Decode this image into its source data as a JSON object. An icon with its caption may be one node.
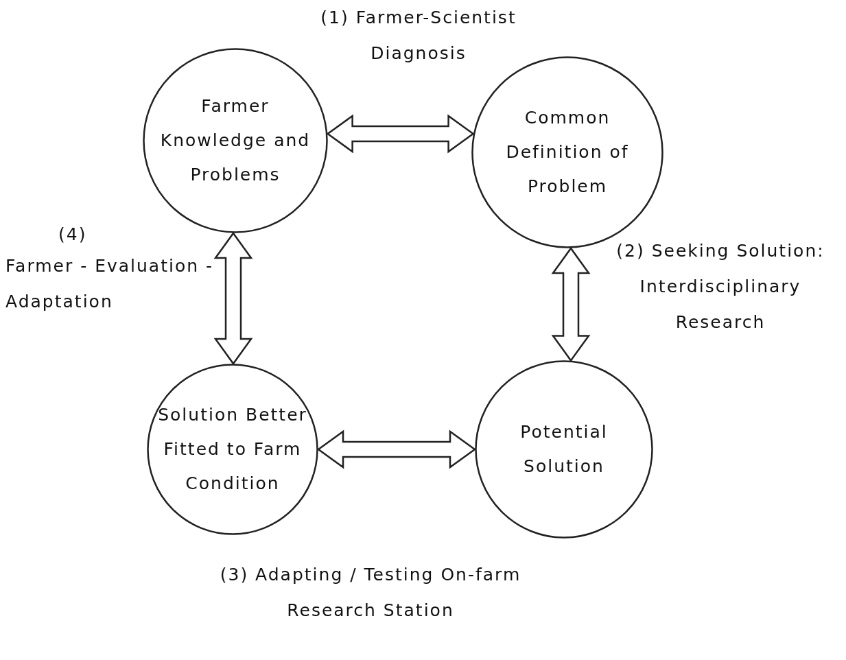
{
  "diagram": {
    "nodes": [
      {
        "text": [
          "Farmer Knowledge and Problems"
        ]
      },
      {
        "text": [
          "Common Definition of Problem"
        ]
      },
      {
        "text": [
          "Solution Better Fitted to Farm Condition"
        ]
      },
      {
        "text": [
          "Potential Solution"
        ]
      }
    ],
    "edges": [
      {
        "from": 0,
        "to": 1,
        "arrow": "both"
      },
      {
        "from": 1,
        "to": 3,
        "arrow": "both"
      },
      {
        "from": 3,
        "to": 2,
        "arrow": "both"
      },
      {
        "from": 2,
        "to": 0,
        "arrow": "both"
      }
    ],
    "labels": [
      "(1) Farmer-Scientist Diagnosis",
      "(4)",
      "Farmer - Evaluation - Adaptation",
      "(2) Seeking Solution: Interdisciplinary Research",
      "(3) Adapting / Testing On-farm Research Station"
    ]
  }
}
